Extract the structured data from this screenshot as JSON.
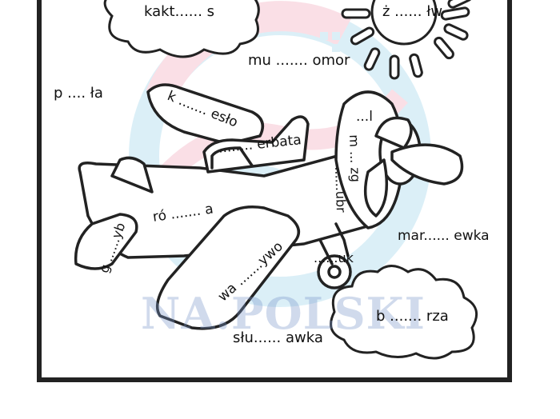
{
  "watermark_text": "NA.POLSKI",
  "colors": {
    "outline": "#222222",
    "watermark_blue": "#bfe3f2",
    "watermark_pink": "#f7c6d2",
    "watermark_text": "#7896c8"
  },
  "words": {
    "cactus": "kakt...... s",
    "sun": "ż ...... łw",
    "humor": "mu ....... omor",
    "field": "p .... ła",
    "chair": "k ....... esło",
    "cockpit": "...l",
    "terrace": "........ erbata",
    "dictionary": "m ... zg",
    "mushroom": "......ubr",
    "rose": "ró ....... a",
    "fish": "g ......yb",
    "carrot": "mar...... ewka",
    "beetle": "......uk",
    "birch": "b ....... rza",
    "water": "wa .......ywo",
    "nightingale": "słu...... awka"
  }
}
